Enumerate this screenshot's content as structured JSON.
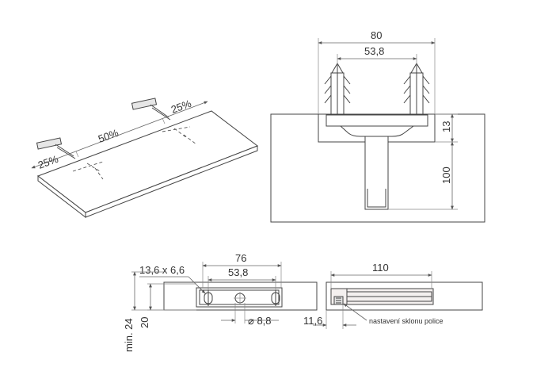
{
  "perspective": {
    "pct_left": "25%",
    "pct_middle": "50%",
    "pct_right": "25%"
  },
  "section": {
    "dim_width": "80",
    "dim_spacing": "53,8",
    "dim_plate": "13",
    "dim_depth": "100"
  },
  "front": {
    "dim_slot": "13,6 x 6,6",
    "dim_length": "76",
    "dim_spacing": "53,8",
    "dim_hole": "⌀ 8,8",
    "dim_min_thickness": "min. 24",
    "dim_height": "20"
  },
  "side": {
    "dim_length": "110",
    "dim_offset": "11,6",
    "note": "nastavení sklonu police"
  },
  "colors": {
    "line": "#444444",
    "background": "#ffffff"
  }
}
